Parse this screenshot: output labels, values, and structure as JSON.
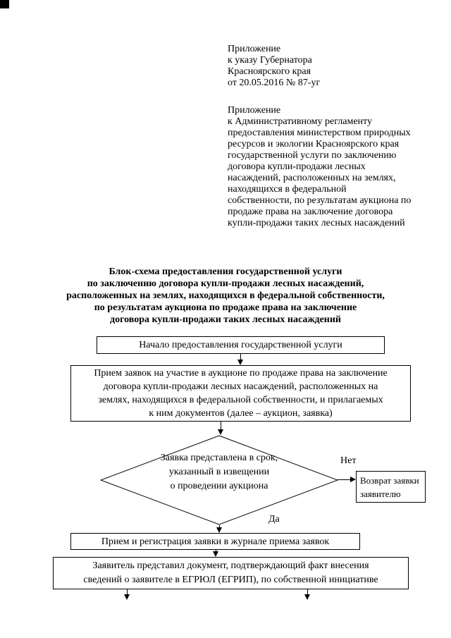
{
  "colors": {
    "ink": "#000000",
    "paper": "#ffffff"
  },
  "header": {
    "decree_ref": "Приложение\nк указу Губернатора\nКрасноярского края\nот 20.05.2016 № 87-уг",
    "regulation_ref": "Приложение\nк Административному регламенту\nпредоставления министерством природных\nресурсов и экологии Красноярского края\nгосударственной услуги по заключению\nдоговора купли-продажи лесных\nнасаждений, расположенных на землях,\nнаходящихся в федеральной\nсобственности, по результатам аукциона по\nпродаже права на заключение договора\nкупли-продажи таких лесных насаждений"
  },
  "title": "Блок-схема предоставления государственной услуги\nпо заключению договора купли-продажи лесных насаждений,\nрасположенных на землях, находящихся в федеральной собственности,\nпо результатам аукциона по продаже права на заключение\nдоговора купли-продажи таких лесных насаждений",
  "flowchart": {
    "start": "Начало предоставления государственной услуги",
    "accept": "Прием заявок на участие в аукционе по продаже права на заключение\nдоговора купли-продажи лесных насаждений, расположенных на\nземлях, находящихся в федеральной собственности, и прилагаемых\nк ним документов (далее – аукцион, заявка)",
    "decision": "Заявка представлена в срок,\nуказанный в извещении\nо проведении аукциона",
    "no_label": "Нет",
    "yes_label": "Да",
    "return_box": "Возврат заявки\nзаявителю",
    "register": "Прием и регистрация заявки в журнале приема заявок",
    "egrul": "Заявитель представил документ, подтверждающий факт внесения\nсведений о заявителе в ЕГРЮЛ (ЕГРИП), по собственной инициативе"
  }
}
